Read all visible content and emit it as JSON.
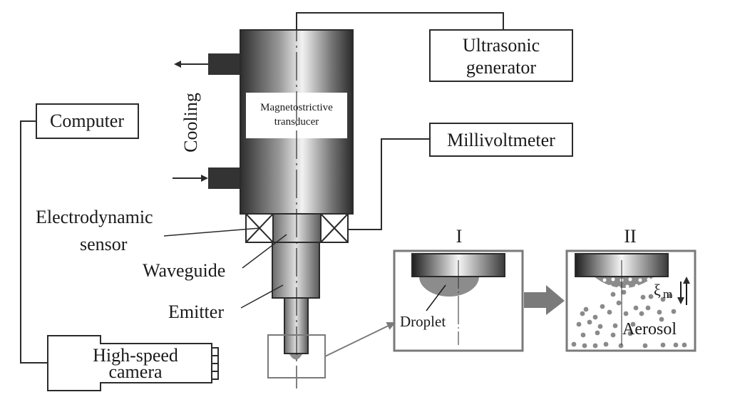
{
  "diagram": {
    "title": "Ultrasonic atomization experimental setup",
    "components": {
      "transducer": "Magnetostrictive",
      "transducer_line2": "transducer",
      "ultrasonic_generator_line1": "Ultrasonic",
      "ultrasonic_generator_line2": "generator",
      "millivoltmeter": "Millivoltmeter",
      "computer": "Computer",
      "camera_line1": "High-speed",
      "camera_line2": "camera",
      "cooling": "Cooling",
      "sensor_line1": "Electrodynamic",
      "sensor_line2": "sensor",
      "waveguide": "Waveguide",
      "emitter": "Emitter"
    },
    "insets": {
      "panel1_label": "I",
      "panel2_label": "II",
      "droplet": "Droplet",
      "aerosol": "Aerosol",
      "amplitude_symbol": "ξ",
      "amplitude_subscript": "m"
    },
    "colors": {
      "outline": "#2b2b2b",
      "dark_block": "#333333",
      "inset_border": "#7a7a7a",
      "droplet": "#8c8c8c",
      "aerosol_dot": "#8a8a8a"
    }
  }
}
